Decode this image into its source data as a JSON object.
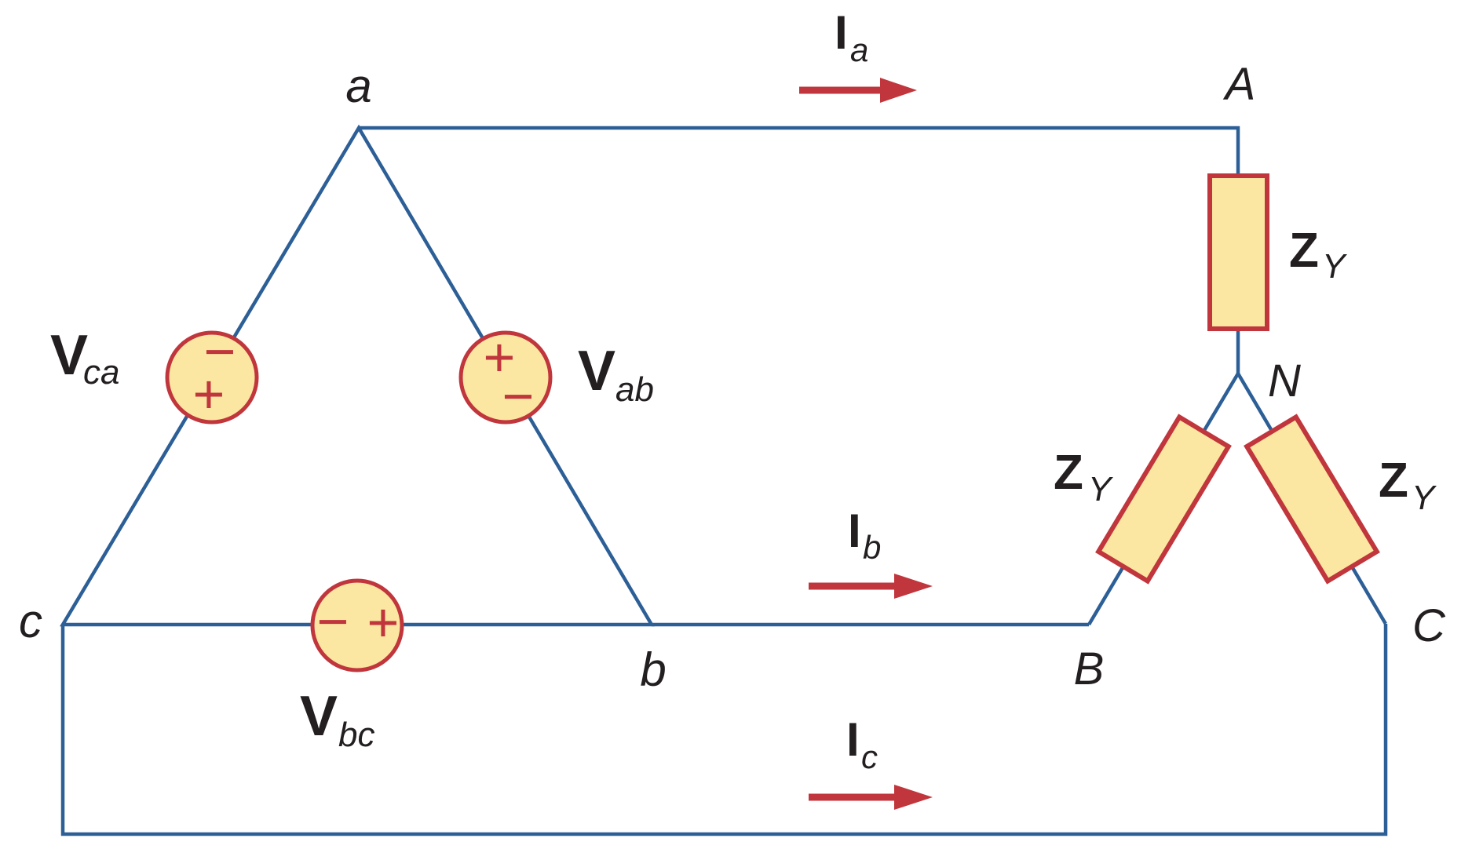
{
  "colors": {
    "wire_blue": "#2d5f97",
    "accent_red": "#c0363c",
    "component_fill": "#fbe7a2",
    "text_dark": "#231f20"
  },
  "nodes": {
    "delta_top": "a",
    "delta_bottom_right": "b",
    "delta_bottom_left": "c",
    "wye_top": "A",
    "wye_bottom_left": "B",
    "wye_bottom_right": "C",
    "neutral": "N"
  },
  "sources": {
    "v_ca": {
      "base": "V",
      "sub": "ca",
      "polarity_top": "−",
      "polarity_bottom": "+"
    },
    "v_ab": {
      "base": "V",
      "sub": "ab",
      "polarity_top": "+",
      "polarity_bottom": "−"
    },
    "v_bc": {
      "base": "V",
      "sub": "bc",
      "polarity_left": "−",
      "polarity_right": "+"
    }
  },
  "impedances": {
    "line_a": {
      "base": "Z",
      "sub": "Y"
    },
    "line_b": {
      "base": "Z",
      "sub": "Y"
    },
    "line_c": {
      "base": "Z",
      "sub": "Y"
    }
  },
  "currents": {
    "i_a": {
      "base": "I",
      "sub": "a"
    },
    "i_b": {
      "base": "I",
      "sub": "b"
    },
    "i_c": {
      "base": "I",
      "sub": "c"
    }
  }
}
